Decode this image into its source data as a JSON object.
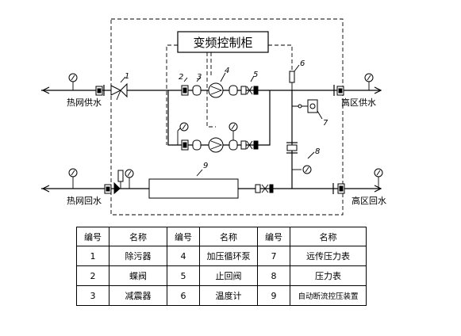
{
  "cabinet_label": "变频控制柜",
  "labels": {
    "heat_supply": "热网供水",
    "heat_return": "热网回水",
    "high_supply": "高区供水",
    "high_return": "高区回水"
  },
  "numbers": [
    "1",
    "2",
    "3",
    "4",
    "5",
    "6",
    "7",
    "8",
    "9"
  ],
  "legend": {
    "headers": [
      "编号",
      "名称",
      "编号",
      "名称",
      "编号",
      "名称"
    ],
    "rows": [
      [
        "1",
        "除污器",
        "4",
        "加压循环泵",
        "7",
        "远传压力表"
      ],
      [
        "2",
        "蝶阀",
        "5",
        "止回阀",
        "8",
        "压力表"
      ],
      [
        "3",
        "减震器",
        "6",
        "温度计",
        "9",
        "自动断流控压装置"
      ]
    ]
  }
}
